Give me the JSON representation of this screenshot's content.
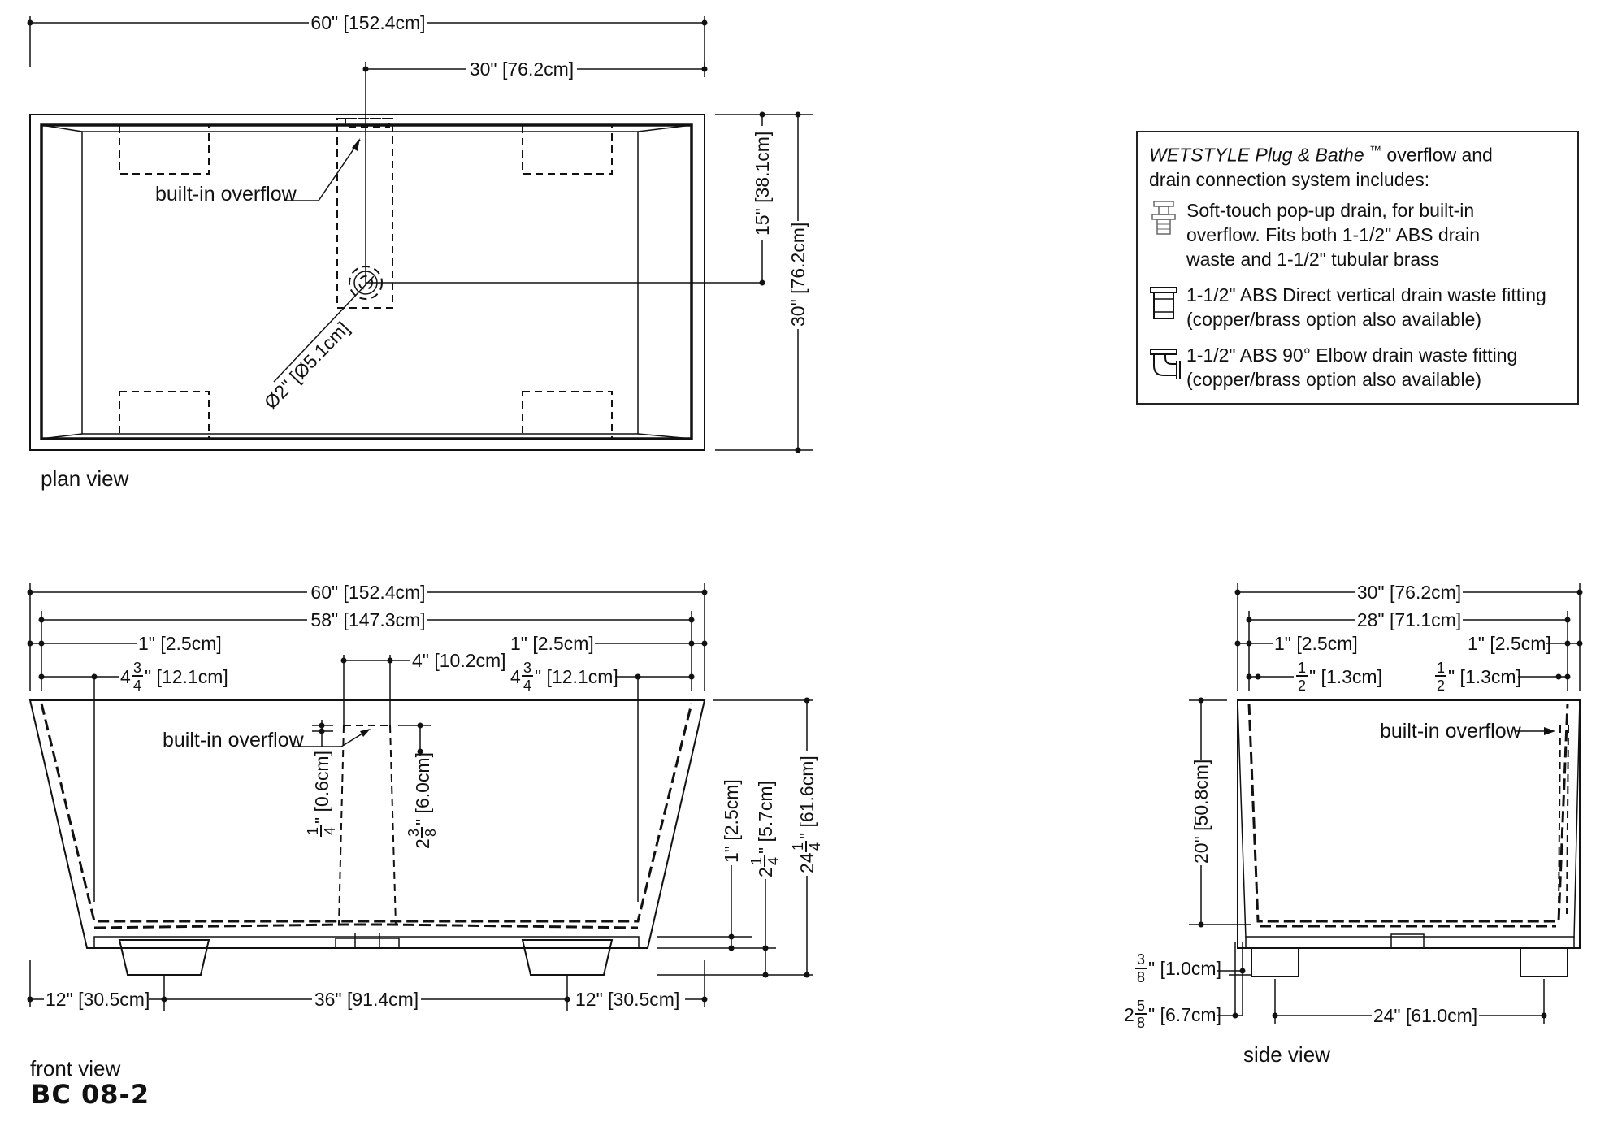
{
  "plan": {
    "dim_length": "60\" [152.4cm]",
    "dim_drain_offset": "30\" [76.2cm]",
    "dim_drain_depth": "15\" [38.1cm]",
    "dim_width": "30\" [76.2cm]",
    "drain_diameter": "Ø2\" [Ø5.1cm]",
    "overflow_label": "built-in overflow",
    "view_label": "plan view"
  },
  "legend": {
    "brand": "WETSTYLE Plug & Bathe",
    "trademark": "™",
    "intro_rest": " overflow  and",
    "intro_line2": "drain connection system includes:",
    "items": [
      {
        "icon": "popup-drain-icon",
        "lines": [
          "Soft-touch pop-up drain, for built-in",
          "overflow. Fits both 1-1/2\" ABS drain",
          "waste and 1-1/2\" tubular brass"
        ]
      },
      {
        "icon": "vertical-fitting-icon",
        "lines": [
          "1-1/2\" ABS Direct vertical drain waste fitting",
          "(copper/brass option also available)"
        ]
      },
      {
        "icon": "elbow-fitting-icon",
        "lines": [
          "1-1/2\" ABS 90° Elbow drain waste fitting",
          "(copper/brass option also available)"
        ]
      }
    ]
  },
  "front": {
    "dim_length": "60\" [152.4cm]",
    "dim_inner": "58\" [147.3cm]",
    "dim_rim_left": "1\" [2.5cm]",
    "dim_rim_right": "1\" [2.5cm]",
    "dim_overflow_width": "4\" [10.2cm]",
    "dim_wall_left_whole": "4",
    "dim_wall_left_num": "3",
    "dim_wall_left_den": "4",
    "dim_wall_left_rest": "\" [12.1cm]",
    "dim_wall_right_whole": "4",
    "dim_wall_right_num": "3",
    "dim_wall_right_den": "4",
    "dim_wall_right_rest": "\" [12.1cm]",
    "overflow_label": "built-in overflow",
    "dim_overflow_top_num": "1",
    "dim_overflow_top_den": "4",
    "dim_overflow_top_rest": "\" [0.6cm]",
    "dim_overflow_h_whole": "2",
    "dim_overflow_h_num": "3",
    "dim_overflow_h_den": "8",
    "dim_overflow_h_rest": "\" [6.0cm]",
    "dim_base": "1\" [2.5cm]",
    "dim_feet_whole": "2",
    "dim_feet_num": "1",
    "dim_feet_den": "4",
    "dim_feet_rest": "\" [5.7cm]",
    "dim_height_whole": "24",
    "dim_height_num": "1",
    "dim_height_den": "4",
    "dim_height_rest": "\" [61.6cm]",
    "dim_foot_left": "12\" [30.5cm]",
    "dim_foot_span": "36\" [91.4cm]",
    "dim_foot_right": "12\" [30.5cm]",
    "view_label": "front view"
  },
  "side": {
    "dim_width": "30\" [76.2cm]",
    "dim_inner": "28\" [71.1cm]",
    "dim_rim_left": "1\" [2.5cm]",
    "dim_rim_right": "1\" [2.5cm]",
    "dim_wall_left_num": "1",
    "dim_wall_left_den": "2",
    "dim_wall_left_rest": "\" [1.3cm]",
    "dim_wall_right_num": "1",
    "dim_wall_right_den": "2",
    "dim_wall_right_rest": "\" [1.3cm]",
    "overflow_label": "built-in overflow",
    "dim_depth": "20\" [50.8cm]",
    "dim_base_num": "3",
    "dim_base_den": "8",
    "dim_base_rest": "\" [1.0cm]",
    "dim_feet_whole": "2",
    "dim_feet_num": "5",
    "dim_feet_den": "8",
    "dim_feet_rest": "\" [6.7cm]",
    "dim_foot_span": "24\" [61.0cm]",
    "view_label": "side view"
  },
  "model_code": "BC 08-2"
}
